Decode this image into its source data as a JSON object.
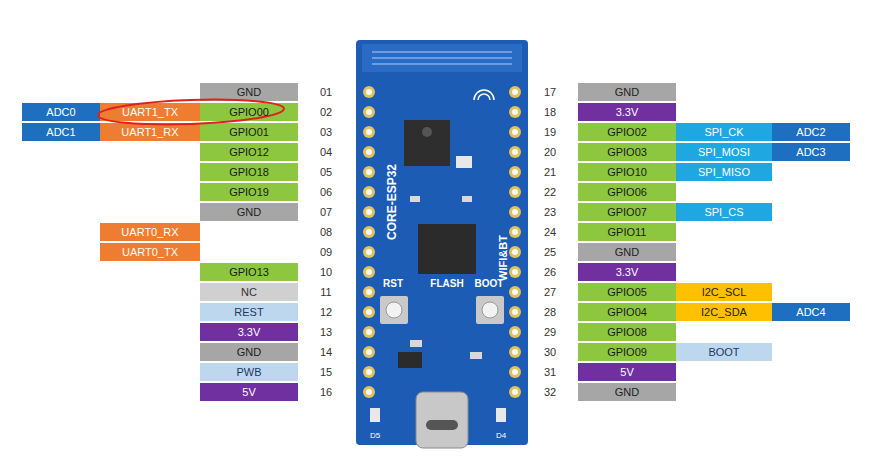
{
  "diagram": {
    "nodes": [
      {
        "text": [
          "GND"
        ]
      },
      {
        "text": [
          "ADC0"
        ]
      },
      {
        "text": [
          "UART1_TX"
        ]
      },
      {
        "text": [
          "GPIO00"
        ]
      },
      {
        "text": [
          "ADC1"
        ]
      },
      {
        "text": [
          "UART1_RX"
        ]
      },
      {
        "text": [
          "GPIO01"
        ]
      },
      {
        "text": [
          "GPIO12"
        ]
      },
      {
        "text": [
          "GPIO18"
        ]
      },
      {
        "text": [
          "GPIO19"
        ]
      },
      {
        "text": [
          "GND"
        ]
      },
      {
        "text": [
          "UART0_RX"
        ]
      },
      {
        "text": [
          "UART0_TX"
        ]
      },
      {
        "text": [
          "GPIO13"
        ]
      },
      {
        "text": [
          "NC"
        ]
      },
      {
        "text": [
          "REST"
        ]
      },
      {
        "text": [
          "3.3V"
        ]
      },
      {
        "text": [
          "GND"
        ]
      },
      {
        "text": [
          "PWB"
        ]
      },
      {
        "text": [
          "5V"
        ]
      },
      {
        "text": [
          "GND"
        ]
      },
      {
        "text": [
          "3.3V"
        ]
      },
      {
        "text": [
          "GPIO02"
        ]
      },
      {
        "text": [
          "SPI_CK"
        ]
      },
      {
        "text": [
          "ADC2"
        ]
      },
      {
        "text": [
          "GPIO03"
        ]
      },
      {
        "text": [
          "SPI_MOSI"
        ]
      },
      {
        "text": [
          "ADC3"
        ]
      },
      {
        "text": [
          "GPIO10"
        ]
      },
      {
        "text": [
          "SPI_MISO"
        ]
      },
      {
        "text": [
          "GPIO06"
        ]
      },
      {
        "text": [
          "GPIO07"
        ]
      },
      {
        "text": [
          "SPI_CS"
        ]
      },
      {
        "text": [
          "GPIO11"
        ]
      },
      {
        "text": [
          "GND"
        ]
      },
      {
        "text": [
          "3.3V"
        ]
      },
      {
        "text": [
          "GPIO05"
        ]
      },
      {
        "text": [
          "I2C_SCL"
        ]
      },
      {
        "text": [
          "GPIO04"
        ]
      },
      {
        "text": [
          "I2C_SDA"
        ]
      },
      {
        "text": [
          "ADC4"
        ]
      },
      {
        "text": [
          "GPIO08"
        ]
      },
      {
        "text": [
          "GPIO09"
        ]
      },
      {
        "text": [
          "BOOT"
        ]
      },
      {
        "text": [
          "5V"
        ]
      },
      {
        "text": [
          "GND"
        ]
      }
    ],
    "labels": [
      "01",
      "02",
      "03",
      "04",
      "05",
      "06",
      "07",
      "08",
      "09",
      "10",
      "11",
      "12",
      "13",
      "14",
      "15",
      "16",
      "17",
      "18",
      "19",
      "20",
      "21",
      "22",
      "23",
      "24",
      "25",
      "26",
      "27",
      "28",
      "29",
      "30",
      "31",
      "32",
      "CORE-ESP32",
      "WIFI&BT",
      "RST",
      "FLASH",
      "BOOT",
      "D5",
      "D4"
    ]
  }
}
